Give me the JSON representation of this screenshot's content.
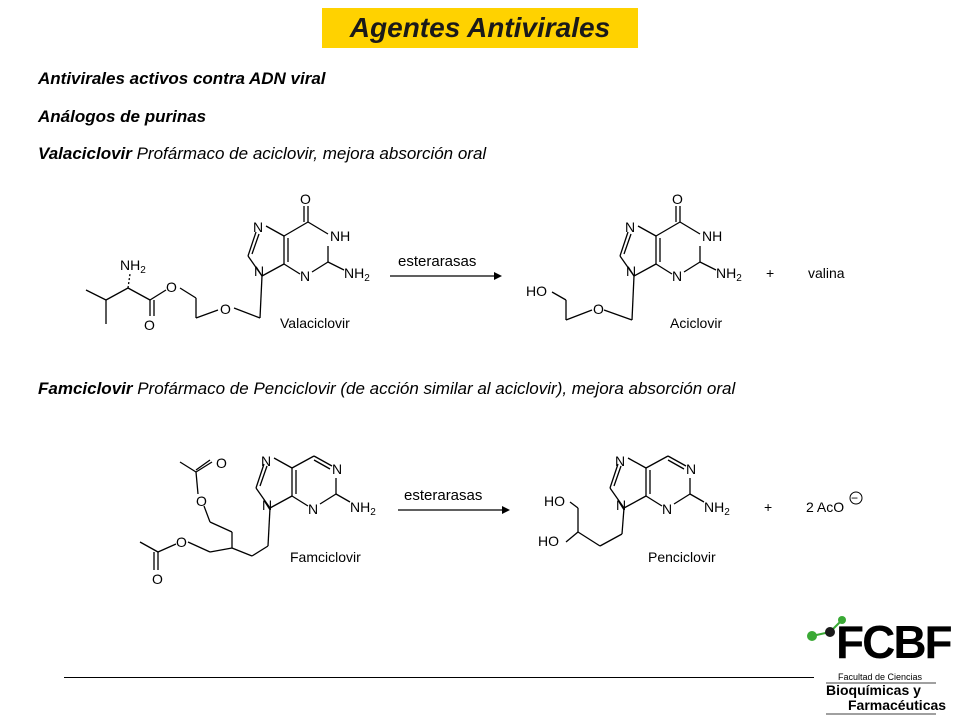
{
  "slide": {
    "title": "Agentes Antivirales",
    "heading1": "Antivirales activos contra ADN viral",
    "heading2": "Análogos de purinas",
    "line3_bold": "Valaciclovir",
    "line3_rest": " Profármaco de aciclovir, mejora absorción oral",
    "line4_bold": "Famciclovir",
    "line4_rest": " Profármaco de Penciclovir (de acción similar al aciclovir), mejora absorción oral"
  },
  "reaction1": {
    "enzyme": "esterarasas",
    "reactant_name": "Valaciclovir",
    "product_name": "Aciclovir",
    "plus": "+",
    "byproduct": "valina",
    "atoms": {
      "nh2_amine": "NH",
      "sub2": "2",
      "o_ester": "O",
      "o_ether": "O",
      "n": "N",
      "nh": "NH",
      "o_carbonyl": "O",
      "ho": "HO"
    }
  },
  "reaction2": {
    "enzyme": "esterarasas",
    "reactant_name": "Famciclovir",
    "product_name": "Penciclovir",
    "plus": "+",
    "byproduct": "2 AcO",
    "charge": "−",
    "atoms": {
      "o": "O",
      "n": "N",
      "nh": "NH",
      "sub2": "2",
      "ho": "HO"
    }
  },
  "logo": {
    "letters": "FCBF",
    "line1": "Facultad de Ciencias",
    "line2": "Bioquímicas y",
    "line3": "Farmacéuticas",
    "colors": {
      "green": "#3aa935",
      "dark": "#1a1a1a"
    }
  }
}
